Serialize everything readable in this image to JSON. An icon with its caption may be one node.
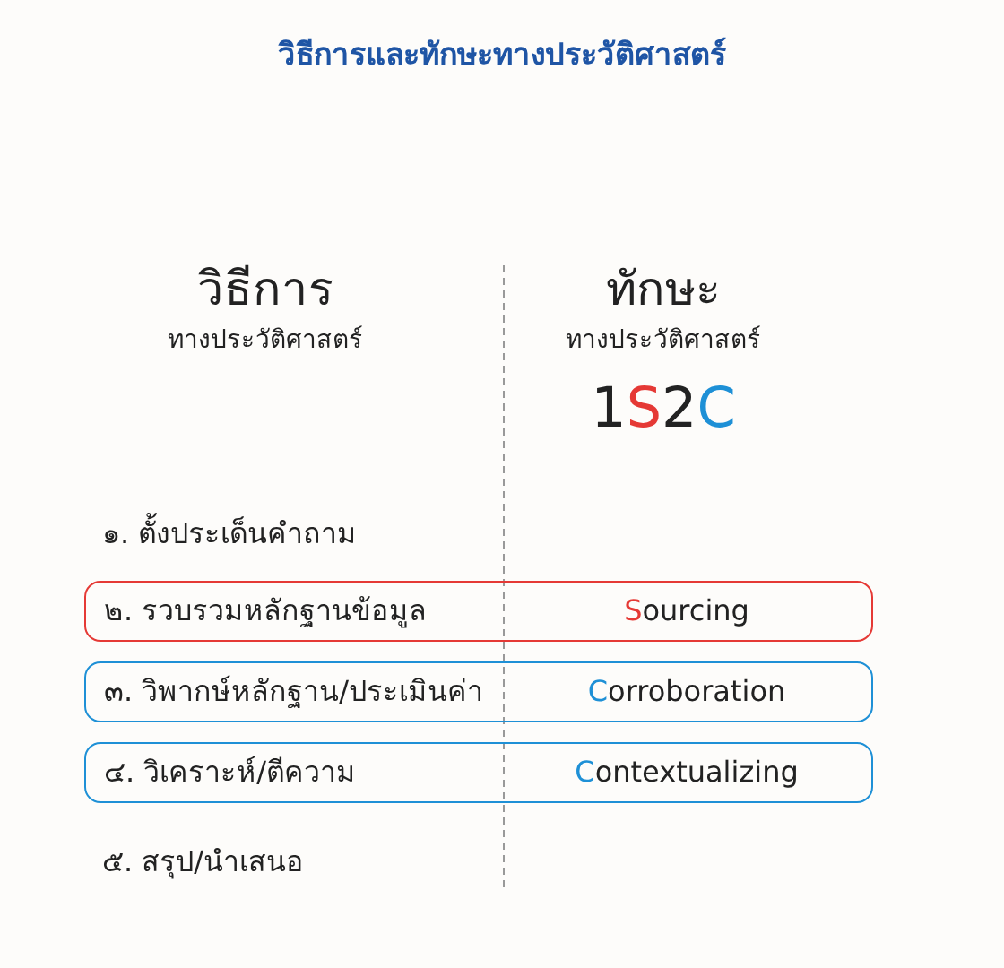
{
  "diagram": {
    "title": "วิธีการและทักษะทางประวัติศาสตร์",
    "nodes": [
      {
        "text": [
          "๒. รวบรวมหลักฐานข้อมูล",
          "Sourcing"
        ]
      },
      {
        "text": [
          "๓. วิพากษ์หลักฐาน/ประเมินค่า",
          "Corroboration"
        ]
      },
      {
        "text": [
          "๔. วิเคราะห์/ตีความ",
          "Contextualizing"
        ]
      }
    ],
    "labels": [
      "วิธีการ",
      "ทางประวัติศาสตร์",
      "ทักษะ",
      "ทางประวัติศาสตร์",
      "1S2C",
      "๑. ตั้งประเด็นคำถาม",
      "๕. สรุป/นำเสนอ"
    ]
  }
}
